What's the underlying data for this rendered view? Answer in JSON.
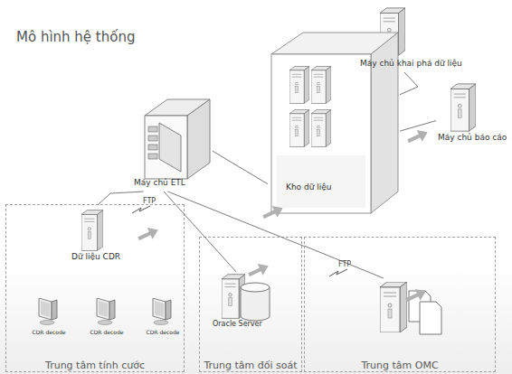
{
  "diagram": {
    "title": "Mô hình hệ thống",
    "nodes": [
      {
        "text": [
          "Máy chủ khai phá dữ liệu"
        ]
      },
      {
        "text": [
          "Máy chủ báo cáo"
        ]
      },
      {
        "text": [
          "Máy chủ ETL"
        ]
      },
      {
        "text": [
          "Kho dữ liệu"
        ]
      },
      {
        "text": [
          "Trung tâm tính cước"
        ]
      },
      {
        "text": [
          "Dữ liệu CDR"
        ],
        "in": 4
      },
      {
        "text": [
          "CDR decode"
        ],
        "in": 4
      },
      {
        "text": [
          "CDR decode"
        ],
        "in": 4
      },
      {
        "text": [
          "CDR decode"
        ],
        "in": 4
      },
      {
        "text": [
          "Trung tâm đối soát"
        ]
      },
      {
        "text": [
          "Oracle Server"
        ],
        "in": 9
      },
      {
        "text": [
          "Trung tâm OMC"
        ]
      }
    ],
    "edges": [
      {
        "from": 5,
        "to": 2,
        "label": "FTP",
        "arrow": "none"
      },
      {
        "from": 10,
        "to": 2,
        "arrow": "none"
      },
      {
        "from": 11,
        "to": 2,
        "label": "FTP",
        "arrow": "none"
      },
      {
        "from": 2,
        "to": 3,
        "arrow": "none"
      },
      {
        "from": 3,
        "to": 0,
        "arrow": "none"
      },
      {
        "from": 3,
        "to": 1,
        "arrow": "none"
      }
    ]
  }
}
